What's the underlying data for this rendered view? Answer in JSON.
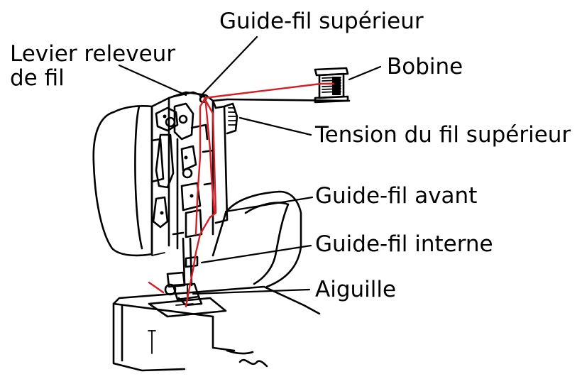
{
  "labels": {
    "upper_thread_guide": "Guide-fil supérieur",
    "take_up_lever_line1": "Levier releveur",
    "take_up_lever_line2": "de fil",
    "spool": "Bobine",
    "upper_tension": "Tension du fil supérieur",
    "front_thread_guide": "Guide-fil avant",
    "inner_thread_guide": "Guide-fil interne",
    "needle": "Aiguille"
  },
  "colors": {
    "thread": "#d41f26",
    "ink": "#000000",
    "background": "#ffffff"
  }
}
